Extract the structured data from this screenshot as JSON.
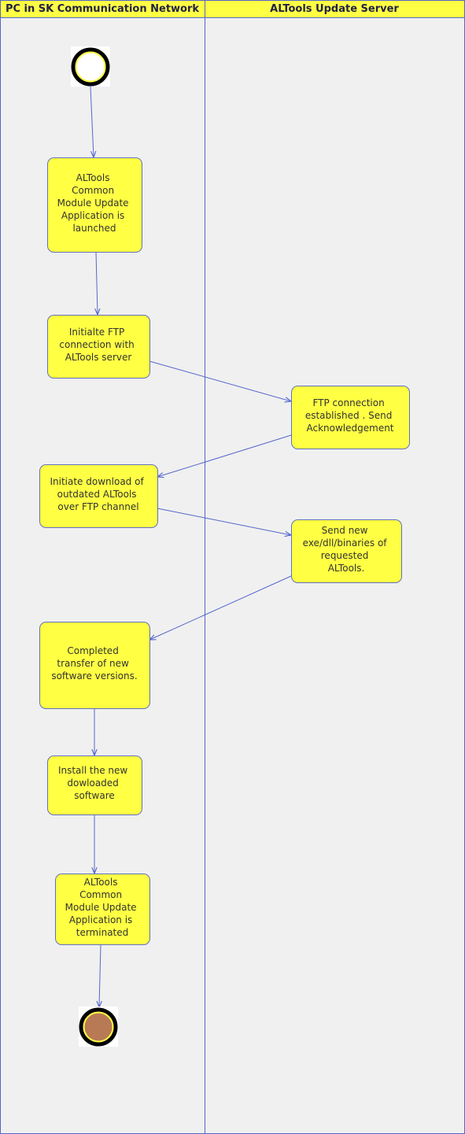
{
  "lanes": [
    {
      "id": "pc",
      "title": "PC in SK Communication Network"
    },
    {
      "id": "server",
      "title": "ALTools Update Server"
    }
  ],
  "nodes": [
    {
      "id": "start",
      "kind": "initial"
    },
    {
      "id": "launch",
      "kind": "action",
      "lines": [
        "ALTools",
        "Common",
        "Module Update",
        "Application is",
        "launched"
      ]
    },
    {
      "id": "init-ftp",
      "kind": "action",
      "lines": [
        "Initialte FTP",
        "connection with",
        "ALTools server"
      ]
    },
    {
      "id": "ftp-established",
      "kind": "action",
      "lines": [
        "FTP connection",
        "established . Send",
        "Acknowledgement"
      ]
    },
    {
      "id": "initiate-download",
      "kind": "action",
      "lines": [
        "Initiate download of",
        "outdated ALTools",
        "over FTP channel"
      ]
    },
    {
      "id": "send-binaries",
      "kind": "action",
      "lines": [
        "Send new",
        "exe/dll/binaries of",
        "requested",
        "ALTools."
      ]
    },
    {
      "id": "completed-transfer",
      "kind": "action",
      "lines": [
        "Completed",
        "transfer of new",
        "software versions."
      ]
    },
    {
      "id": "install",
      "kind": "action",
      "lines": [
        "Install the new",
        "dowloaded",
        "software"
      ]
    },
    {
      "id": "terminated",
      "kind": "action",
      "lines": [
        "ALTools",
        "Common",
        "Module Update",
        "Application is",
        "terminated"
      ]
    },
    {
      "id": "end",
      "kind": "final"
    }
  ],
  "flows": [
    {
      "from": "start",
      "to": "launch"
    },
    {
      "from": "launch",
      "to": "init-ftp"
    },
    {
      "from": "init-ftp",
      "to": "ftp-established"
    },
    {
      "from": "ftp-established",
      "to": "initiate-download"
    },
    {
      "from": "initiate-download",
      "to": "send-binaries"
    },
    {
      "from": "send-binaries",
      "to": "completed-transfer"
    },
    {
      "from": "completed-transfer",
      "to": "install"
    },
    {
      "from": "install",
      "to": "terminated"
    },
    {
      "from": "terminated",
      "to": "end"
    }
  ],
  "colors": {
    "lane_background": "#f0f0f0",
    "header_fill": "#ffff44",
    "node_fill": "#ffff44",
    "line": "#5566cc",
    "final_fill": "#b87a55",
    "ring": "#000000"
  }
}
